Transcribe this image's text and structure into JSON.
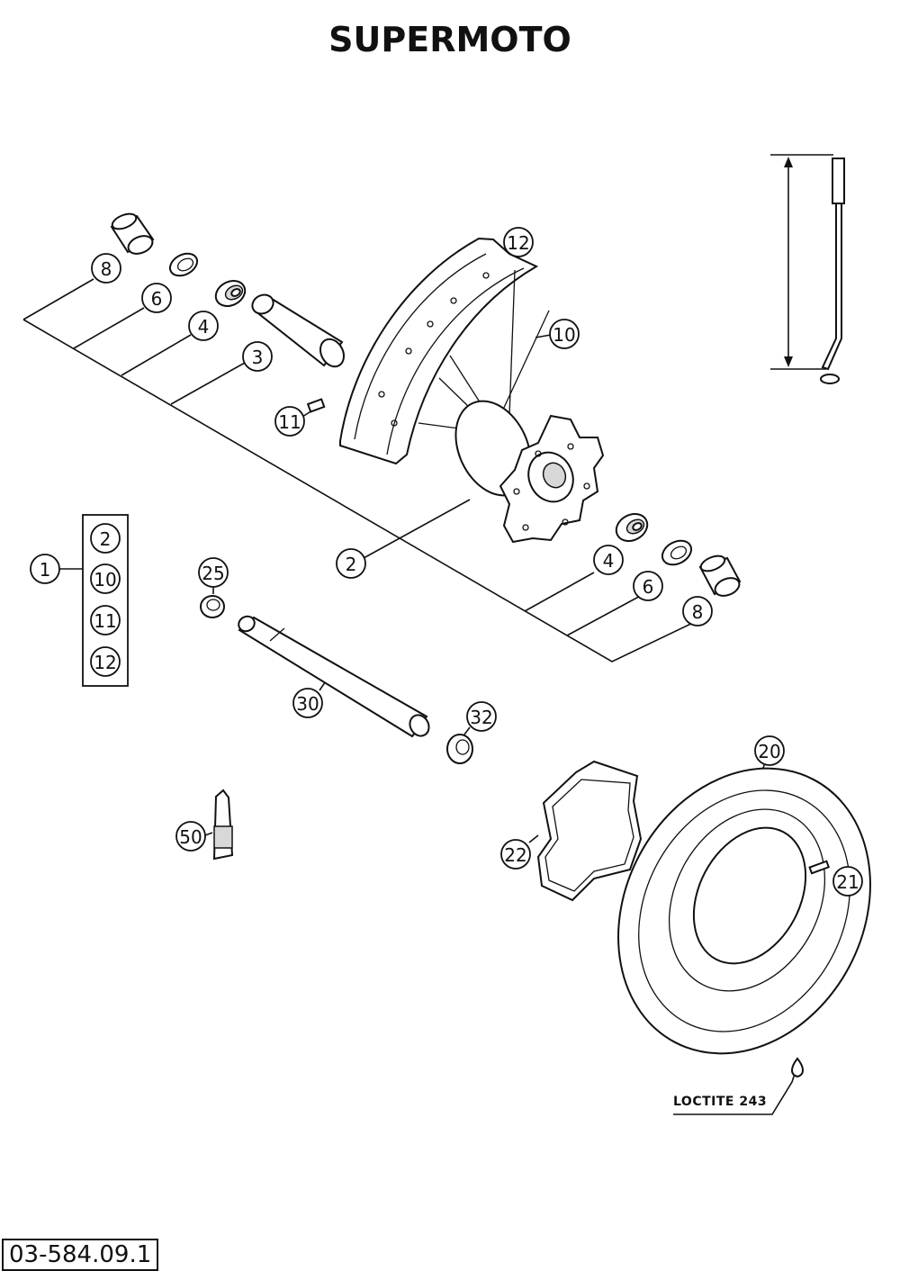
{
  "title": "SUPERMOTO",
  "drawing_code": "03-584.09.1",
  "note": "LOCTITE 243",
  "callouts": {
    "c8a": "8",
    "c6a": "6",
    "c4a": "4",
    "c3": "3",
    "c11": "11",
    "c12": "12",
    "c10": "10",
    "c2": "2",
    "c4b": "4",
    "c6b": "6",
    "c8b": "8",
    "c1": "1",
    "c25": "25",
    "c30": "30",
    "c32": "32",
    "c50": "50",
    "c22": "22",
    "c20": "20",
    "c21": "21"
  },
  "kit_list": [
    "2",
    "10",
    "11",
    "12"
  ]
}
